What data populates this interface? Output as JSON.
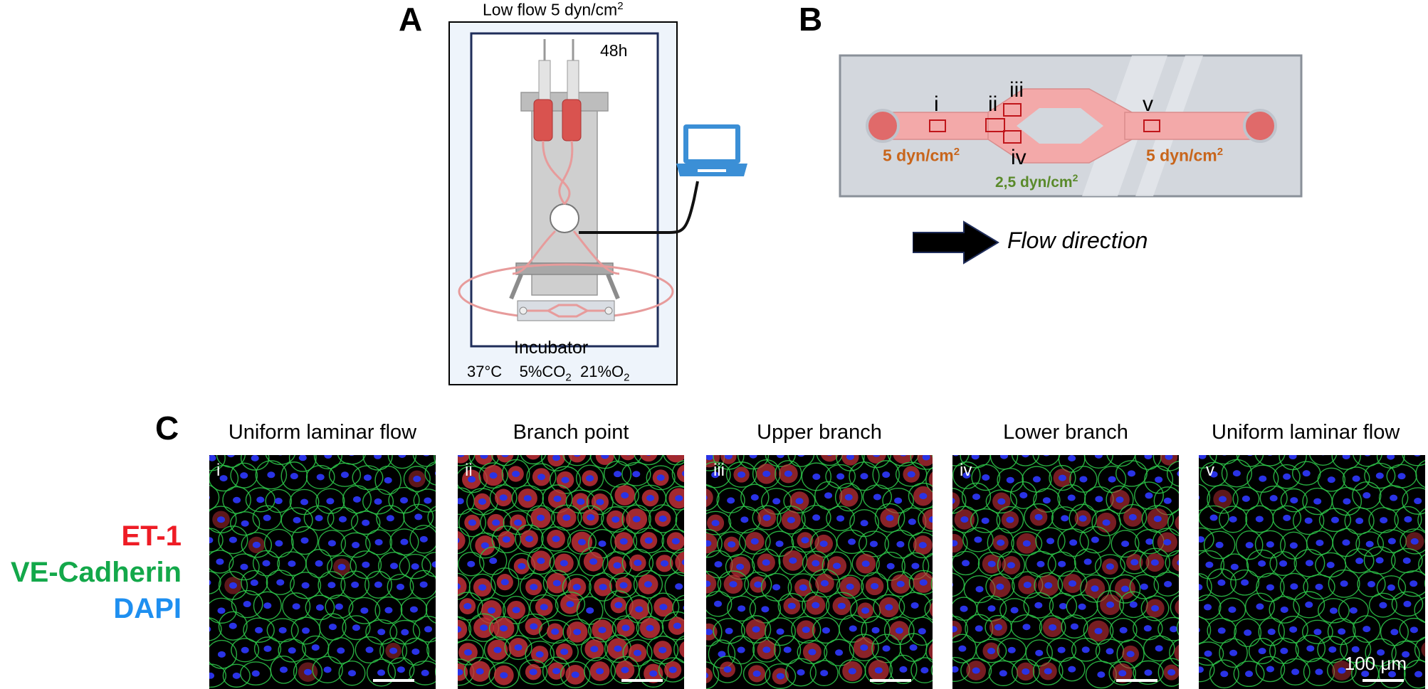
{
  "panel_a": {
    "letter": "A",
    "header": "Low flow 5 dyn/cm",
    "header_sup": "2",
    "duration": "48h",
    "incubator_label": "Incubator",
    "cond_temp": "37°C",
    "cond_co2_pre": "5%CO",
    "cond_co2_sub": "2",
    "cond_o2_pre": "21%O",
    "cond_o2_sub": "2",
    "colors": {
      "frame": "#1f2d5a",
      "incubator_fill": "#eef4fb",
      "tubing": "#e79b9b",
      "medium": "#d9534f",
      "laptop": "#3b8fd6"
    }
  },
  "panel_b": {
    "letter": "B",
    "region_labels": [
      "i",
      "ii",
      "iii",
      "iv",
      "v"
    ],
    "stress_uniform": "5 dyn/cm",
    "stress_uniform_sup": "2",
    "stress_branch": "2,5 dyn/cm",
    "stress_branch_sup": "2",
    "flow_direction": "Flow direction",
    "colors": {
      "chip": "#d3d7dd",
      "channel": "#f3a9a9",
      "roi": "#c0151a",
      "uniform_text": "#c8651b",
      "branch_text": "#5a8a2b"
    }
  },
  "panel_c": {
    "letter": "C",
    "legend": [
      {
        "text": "ET-1",
        "color": "#ee1c25"
      },
      {
        "text": "VE-Cadherin",
        "color": "#13a84a"
      },
      {
        "text": "DAPI",
        "color": "#1e8ff0"
      }
    ],
    "images": [
      {
        "title": "Uniform laminar flow",
        "roman": "i",
        "et1_level": 0.05
      },
      {
        "title": "Branch point",
        "roman": "ii",
        "et1_level": 0.9
      },
      {
        "title": "Upper branch",
        "roman": "iii",
        "et1_level": 0.6
      },
      {
        "title": "Lower branch",
        "roman": "iv",
        "et1_level": 0.35
      },
      {
        "title": "Uniform laminar flow",
        "roman": "v",
        "et1_level": 0.05
      }
    ],
    "scale_label": "100 μm"
  }
}
